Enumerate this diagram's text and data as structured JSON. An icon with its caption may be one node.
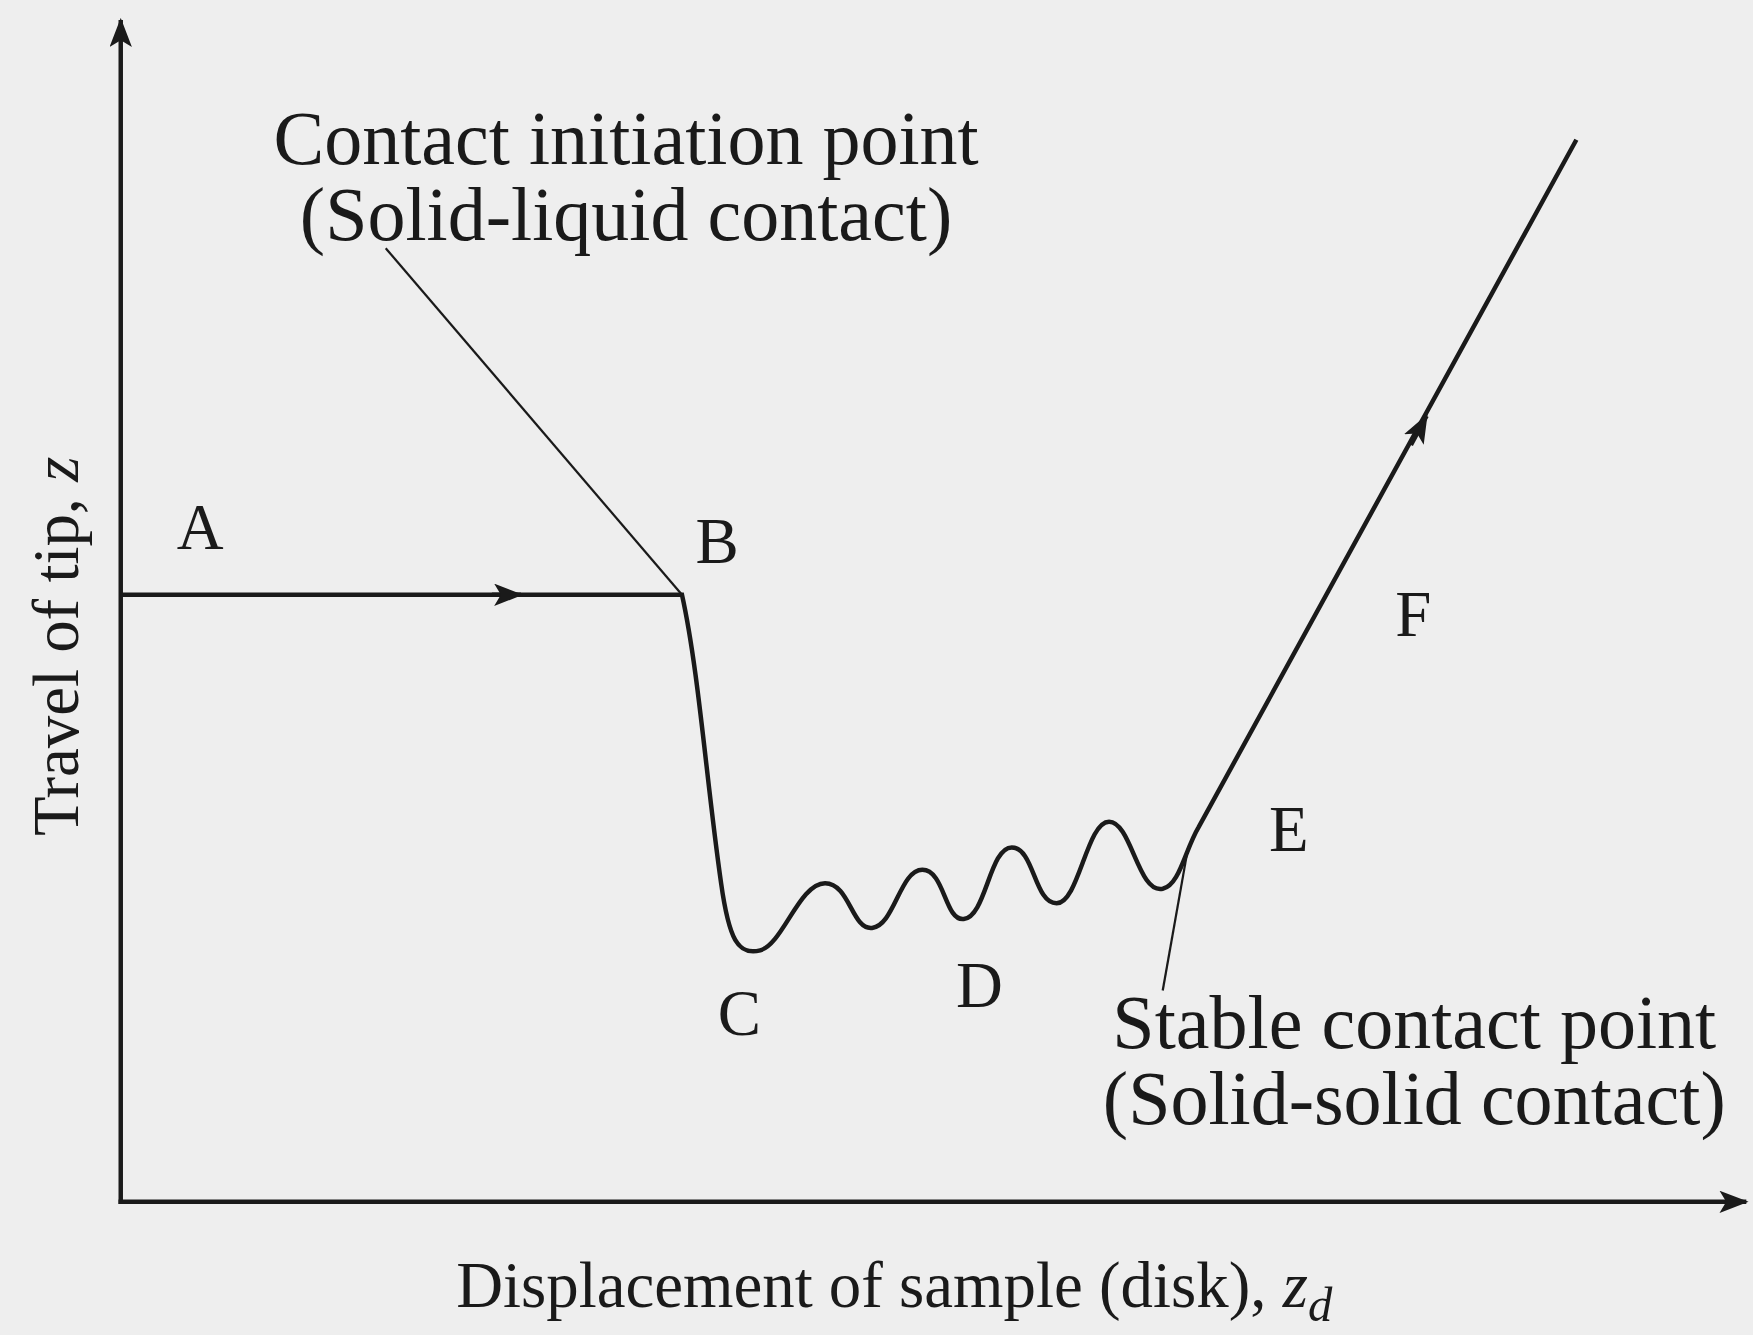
{
  "diagram": {
    "nodes": [
      {
        "text": [
          "Contact initiation point (Solid-liquid contact)"
        ]
      },
      {
        "text": [
          "Stable contact point (Solid-solid contact)"
        ]
      }
    ],
    "edges": [
      {
        "from": 0,
        "to": null,
        "arrow": "none"
      },
      {
        "from": 1,
        "to": null,
        "arrow": "none"
      }
    ],
    "labels": [
      "A",
      "B",
      "C",
      "D",
      "E",
      "F",
      "Travel of tip, *z*",
      "Displacement of sample (disk), *z*$_{d}$"
    ]
  }
}
